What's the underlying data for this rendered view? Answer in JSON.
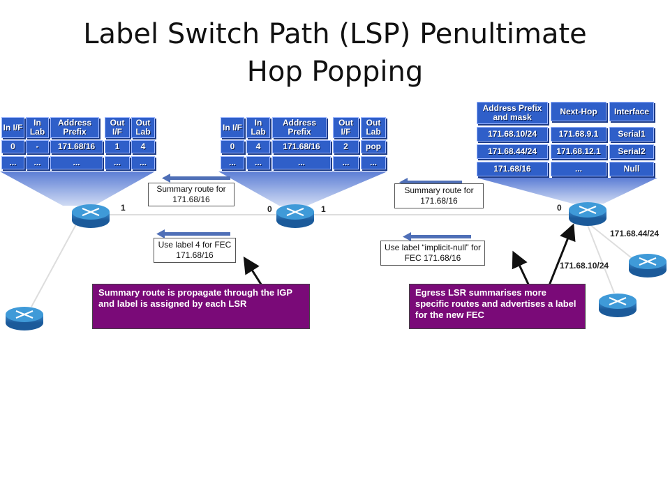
{
  "title": {
    "line1": "Label Switch Path (LSP) Penultimate",
    "line2": "Hop Popping"
  },
  "table_left": {
    "headers": [
      "In I/F",
      "In Lab",
      "Address Prefix",
      "Out I/F",
      "Out Lab"
    ],
    "row1": [
      "0",
      "-",
      "171.68/16",
      "1",
      "4"
    ],
    "row2": [
      "...",
      "...",
      "...",
      "...",
      "..."
    ]
  },
  "table_mid": {
    "headers": [
      "In I/F",
      "In Lab",
      "Address Prefix",
      "Out I/F",
      "Out Lab"
    ],
    "row1": [
      "0",
      "4",
      "171.68/16",
      "2",
      "pop"
    ],
    "row2": [
      "...",
      "...",
      "...",
      "...",
      "..."
    ]
  },
  "table_right": {
    "headers": [
      "Address Prefix and mask",
      "Next-Hop",
      "Interface"
    ],
    "rows": [
      [
        "171.68.10/24",
        "171.68.9.1",
        "Serial1"
      ],
      [
        "171.68.44/24",
        "171.68.12.1",
        "Serial2"
      ],
      [
        "171.68/16",
        "...",
        "Null"
      ]
    ]
  },
  "messages": {
    "summary_left": "Summary route for 171.68/16",
    "summary_right": "Summary route for 171.68/16",
    "label_left": "Use label 4 for FEC 171.68/16",
    "label_right": "Use label “implicit-null” for FEC 171.68/16"
  },
  "notes": {
    "left": "Summary route is propagate through the IGP and label is assigned by each LSR",
    "right": "Egress LSR summarises more specific routes and advertises a label for the new FEC"
  },
  "interfaces": {
    "r1_out": "1",
    "r2_in": "0",
    "r2_out": "1",
    "r3_in": "0"
  },
  "subnets": {
    "upper": "171.68.44/24",
    "lower": "171.68.10/24"
  },
  "colors": {
    "cell_blue": "#2f5fc9",
    "note_purple": "#7a0a78",
    "arrow_blue": "#4f6fb7"
  }
}
